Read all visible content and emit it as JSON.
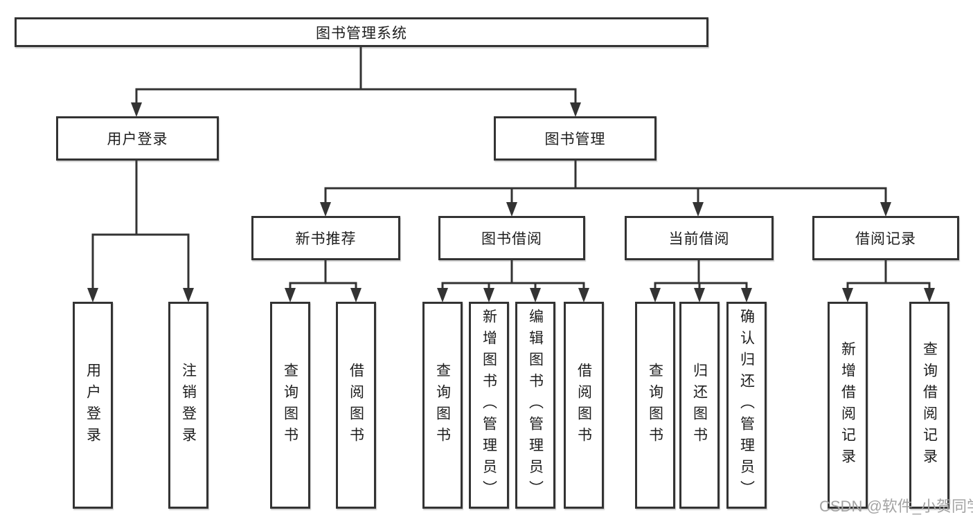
{
  "nodes": {
    "root": "图书管理系统",
    "user_login": "用户登录",
    "book_mgmt": "图书管理",
    "new_book_rec": "新书推荐",
    "book_borrow": "图书借阅",
    "current_borrow": "当前借阅",
    "borrow_record": "借阅记录"
  },
  "leaves": {
    "user_login": "用户登录",
    "logout": "注销登录",
    "nb_query": "查询图书",
    "nb_borrow": "借阅图书",
    "bb_query": "查询图书",
    "bb_add": "新增图书（管理员）",
    "bb_edit": "编辑图书（管理员）",
    "bb_borrow": "借阅图书",
    "cb_query": "查询图书",
    "cb_return": "归还图书",
    "cb_confirm": "确认归还（管理员）",
    "br_add": "新增借阅记录",
    "br_query": "查询借阅记录"
  },
  "watermark": "CSDN @软件_小贺同学",
  "colors": {
    "line": "#333333",
    "text": "#1d1d1d",
    "background": "#ffffff",
    "watermark": "#a3a3a3"
  }
}
